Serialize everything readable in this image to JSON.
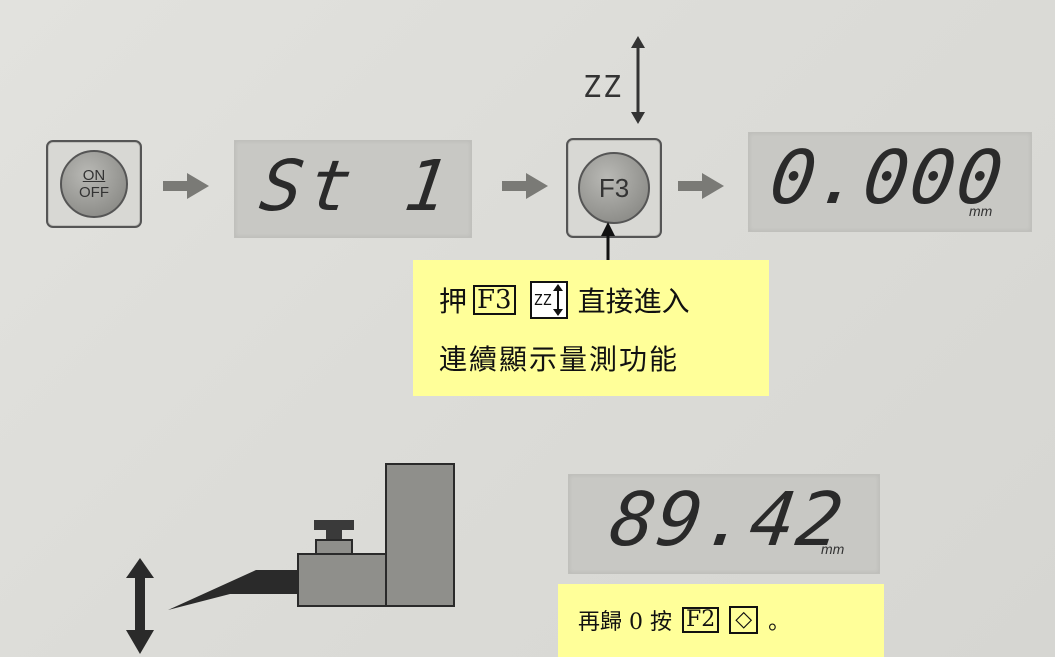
{
  "steps": {
    "on_off_top": "ON",
    "on_off_bottom": "OFF",
    "lcd1_text": "St 1",
    "zz_label": "ZZ",
    "f3_label": "F3",
    "lcd2_value": "0.000",
    "lcd2_unit": "mm"
  },
  "bottom": {
    "lcd_value": "89.42",
    "lcd_unit": "mm"
  },
  "note1": {
    "prefix": "押",
    "key": "F3",
    "zz_icon_text": "ZZ",
    "suffix": "直接進入",
    "line2": "連續顯示量測功能"
  },
  "note2": {
    "prefix": "再歸 0 按",
    "key": "F2",
    "symbol": "◇",
    "suffix": "。"
  },
  "colors": {
    "note_bg": "#ffff99",
    "lcd_bg": "#c8c8c4",
    "arrow": "#7a7a76"
  },
  "icons": [
    "power-button",
    "f3-button",
    "zz-icon",
    "right-arrow-icon",
    "up-down-arrow-icon",
    "probe-block-diagram"
  ]
}
